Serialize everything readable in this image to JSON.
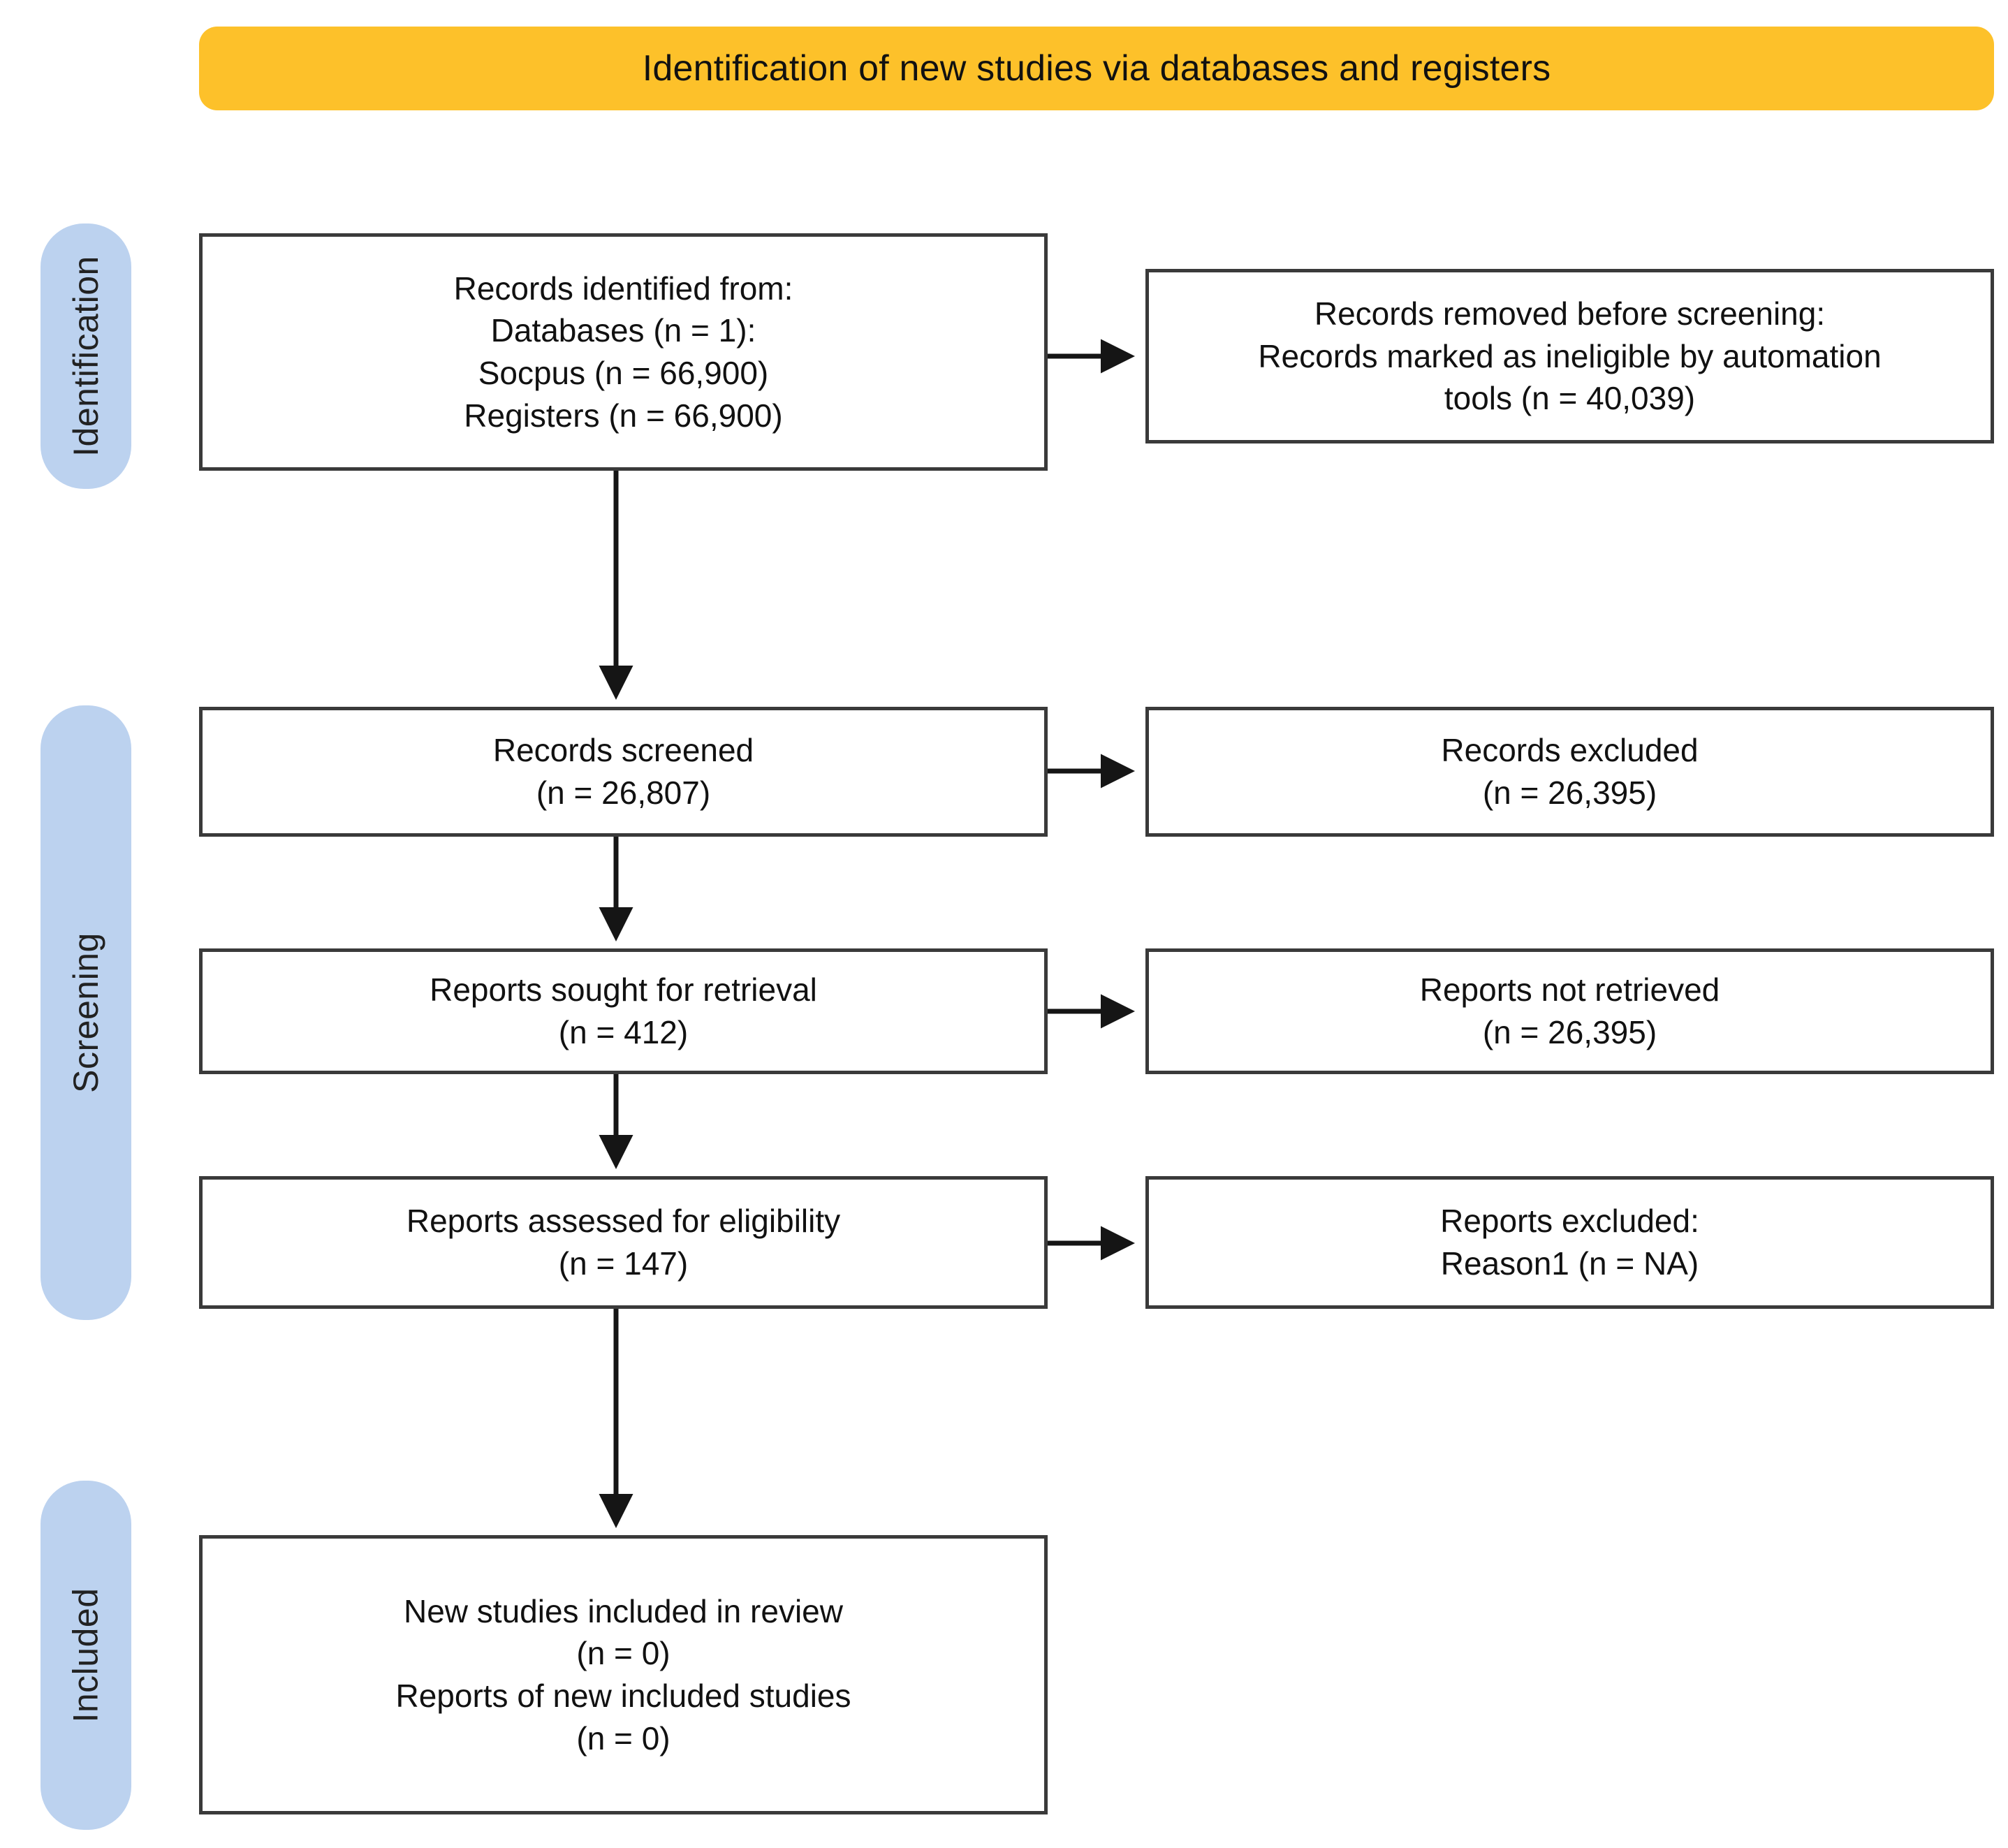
{
  "header": {
    "title": "Identification of new studies via databases and registers",
    "bg_color": "#FDC12A"
  },
  "phases": {
    "bg_color": "#BCD2EF",
    "items": [
      {
        "id": "identification",
        "label": "Identification"
      },
      {
        "id": "screening",
        "label": "Screening"
      },
      {
        "id": "included",
        "label": "Included"
      }
    ]
  },
  "boxes": {
    "identified": {
      "text": "Records identified from:\nDatabases (n = 1):\nSocpus (n = 66,900)\nRegisters  (n = 66,900)"
    },
    "removed": {
      "text": "Records removed before screening:\nRecords marked as ineligible by automation\ntools (n = 40,039)"
    },
    "screened": {
      "text": "Records screened\n(n = 26,807)"
    },
    "excluded_records": {
      "text": "Records excluded\n(n = 26,395)"
    },
    "sought": {
      "text": "Reports sought for retrieval\n(n = 412)"
    },
    "not_retrieved": {
      "text": "Reports not retrieved\n(n = 26,395)"
    },
    "assessed": {
      "text": "Reports assessed for eligibility\n(n = 147)"
    },
    "excluded_reports": {
      "text": "Reports excluded:\nReason1 (n = NA)"
    },
    "included": {
      "text": "New studies included in review\n(n = 0)\nReports of new included studies\n(n = 0)"
    }
  },
  "flow_data": {
    "type": "prisma-flow-diagram",
    "title": "Identification of new studies via databases and registers",
    "nodes": [
      {
        "id": "identified",
        "phase": "Identification",
        "column": "left",
        "label": "Records identified from",
        "counts": [
          {
            "name": "Databases",
            "n": 1
          },
          {
            "name": "Socpus",
            "n": 66900
          },
          {
            "name": "Registers",
            "n": 66900
          }
        ]
      },
      {
        "id": "removed",
        "phase": "Identification",
        "column": "right",
        "label": "Records removed before screening: Records marked as ineligible by automation tools",
        "counts": [
          {
            "name": "tools",
            "n": 40039
          }
        ]
      },
      {
        "id": "screened",
        "phase": "Screening",
        "column": "left",
        "label": "Records screened",
        "counts": [
          {
            "name": "n",
            "n": 26807
          }
        ]
      },
      {
        "id": "excluded_records",
        "phase": "Screening",
        "column": "right",
        "label": "Records excluded",
        "counts": [
          {
            "name": "n",
            "n": 26395
          }
        ]
      },
      {
        "id": "sought",
        "phase": "Screening",
        "column": "left",
        "label": "Reports sought for retrieval",
        "counts": [
          {
            "name": "n",
            "n": 412
          }
        ]
      },
      {
        "id": "not_retrieved",
        "phase": "Screening",
        "column": "right",
        "label": "Reports not retrieved",
        "counts": [
          {
            "name": "n",
            "n": 26395
          }
        ]
      },
      {
        "id": "assessed",
        "phase": "Screening",
        "column": "left",
        "label": "Reports assessed for eligibility",
        "counts": [
          {
            "name": "n",
            "n": 147
          }
        ]
      },
      {
        "id": "excluded_reports",
        "phase": "Screening",
        "column": "right",
        "label": "Reports excluded: Reason1",
        "counts": [
          {
            "name": "n",
            "n": "NA"
          }
        ]
      },
      {
        "id": "included",
        "phase": "Included",
        "column": "left",
        "label": "New studies included in review / Reports of new included studies",
        "counts": [
          {
            "name": "New studies included in review",
            "n": 0
          },
          {
            "name": "Reports of new included studies",
            "n": 0
          }
        ]
      }
    ],
    "edges": [
      {
        "from": "identified",
        "to": "removed",
        "direction": "right"
      },
      {
        "from": "identified",
        "to": "screened",
        "direction": "down"
      },
      {
        "from": "screened",
        "to": "excluded_records",
        "direction": "right"
      },
      {
        "from": "screened",
        "to": "sought",
        "direction": "down"
      },
      {
        "from": "sought",
        "to": "not_retrieved",
        "direction": "right"
      },
      {
        "from": "sought",
        "to": "assessed",
        "direction": "down"
      },
      {
        "from": "assessed",
        "to": "excluded_reports",
        "direction": "right"
      },
      {
        "from": "assessed",
        "to": "included",
        "direction": "down"
      }
    ]
  }
}
